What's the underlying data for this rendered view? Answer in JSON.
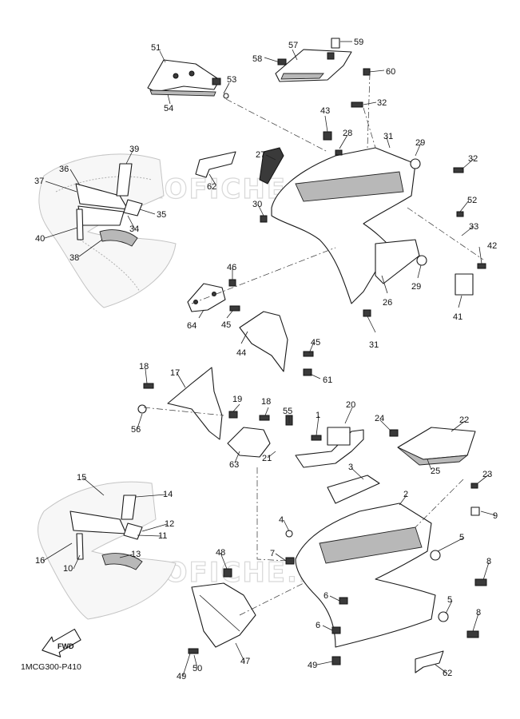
{
  "diagram_code": "1MCG300-P410",
  "fwd_label": "FWD",
  "watermark": "MICROFICHE.NET",
  "callouts": {
    "c1": "1",
    "c2": "2",
    "c3": "3",
    "c4": "4",
    "c5a": "5",
    "c5b": "5",
    "c6a": "6",
    "c6b": "6",
    "c7": "7",
    "c8a": "8",
    "c8b": "8",
    "c9": "9",
    "c10": "10",
    "c11": "11",
    "c12": "12",
    "c13": "13",
    "c14": "14",
    "c15": "15",
    "c16": "16",
    "c17": "17",
    "c18a": "18",
    "c18b": "18",
    "c19": "19",
    "c20": "20",
    "c21": "21",
    "c22": "22",
    "c23": "23",
    "c24": "24",
    "c25": "25",
    "c26": "26",
    "c27": "27",
    "c28": "28",
    "c29a": "29",
    "c29b": "29",
    "c30": "30",
    "c31a": "31",
    "c31b": "31",
    "c32a": "32",
    "c32b": "32",
    "c33": "33",
    "c34": "34",
    "c35": "35",
    "c36": "36",
    "c37": "37",
    "c38": "38",
    "c39": "39",
    "c40": "40",
    "c41": "41",
    "c42": "42",
    "c43": "43",
    "c44": "44",
    "c45a": "45",
    "c45b": "45",
    "c46": "46",
    "c47": "47",
    "c48": "48",
    "c49a": "49",
    "c49b": "49",
    "c50": "50",
    "c51": "51",
    "c52": "52",
    "c53": "53",
    "c54": "54",
    "c55": "55",
    "c56": "56",
    "c57": "57",
    "c58": "58",
    "c59": "59",
    "c60": "60",
    "c61": "61",
    "c62a": "62",
    "c62b": "62",
    "c63": "63",
    "c64": "64"
  }
}
